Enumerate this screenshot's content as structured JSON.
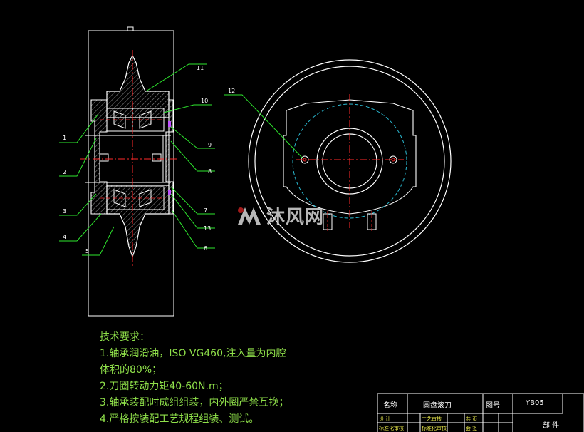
{
  "callouts": [
    "1",
    "2",
    "3",
    "4",
    "5",
    "6",
    "7",
    "8",
    "9",
    "10",
    "11",
    "12",
    "13"
  ],
  "technical_requirements": {
    "heading": "技术要求：",
    "items": [
      "1.轴承润滑油，ISO VG460,注入量为内腔",
      "体积的80%；",
      "2.刀圈转动力矩40-60N.m；",
      "3.轴承装配时成组组装，内外圈严禁互换；",
      "4.严格按装配工艺规程组装、测试。"
    ]
  },
  "title_block": {
    "name_label": "名称",
    "name_value": "圆盘滚刀",
    "drawing_no_label": "图号",
    "drawing_no_value": "YB05",
    "row2_left": "设 计",
    "row2_mid": "工艺审核",
    "row2_right1": "共 页",
    "row3_left": "标准化审核",
    "row3_mid": "标准化审核",
    "row3_right1": "会 签",
    "part_label": "部 件"
  },
  "watermark": {
    "text": "沐风网"
  },
  "colors": {
    "background": "#000000",
    "outline": "#ffffff",
    "centerline": "#ff2a2a",
    "leader": "#2ee82e",
    "hatch": "#9a9a9a",
    "dashed_circle": "#2ab8d0",
    "notes": "#8fe04a",
    "seal_purple": "#c050ff"
  }
}
